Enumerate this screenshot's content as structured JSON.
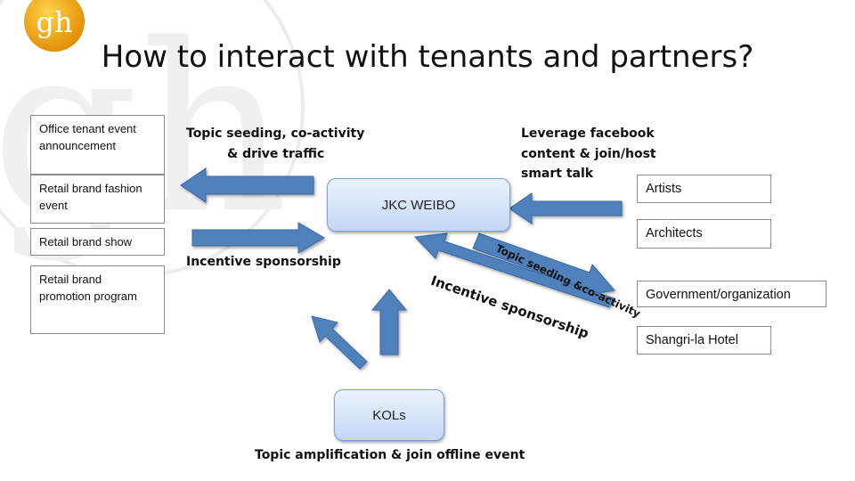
{
  "title": "How to interact with tenants and partners?",
  "logo": {
    "text": "gh"
  },
  "left_items": [
    "Office tenant event announcement",
    "Retail brand fashion event",
    "Retail brand show",
    "Retail brand promotion  program"
  ],
  "right_items": [
    "Artists",
    "Architects",
    "Government/organization",
    "Shangri-la Hotel"
  ],
  "center": {
    "weibo": "JKC WEIBO",
    "kols": "KOLs"
  },
  "labels": {
    "topic_seeding_left_line1": "Topic seeding, co-activity",
    "topic_seeding_left_line2": "& drive traffic",
    "incentive_left": "Incentive sponsorship",
    "leverage_line1": "Leverage facebook",
    "leverage_line2": "content & join/host",
    "leverage_line3": "smart talk",
    "topic_seeding_right": "Topic seeding &co-activity",
    "incentive_right": "Incentive sponsorship",
    "kols_caption": "Topic amplification & join offline event"
  },
  "colors": {
    "arrow": "#4f81bd",
    "arrow_edge": "#3a6aa3",
    "node_border": "#7aa0d8",
    "logo": "#f0a500"
  }
}
